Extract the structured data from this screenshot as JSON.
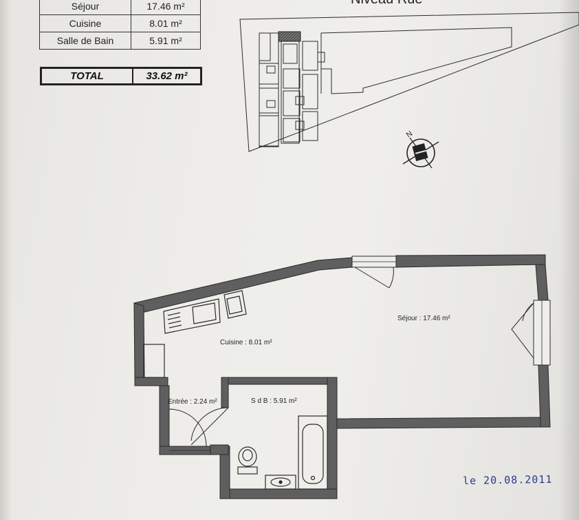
{
  "areas_table": {
    "rows": [
      {
        "label": "Séjour",
        "value": "17.46 m²"
      },
      {
        "label": "Cuisine",
        "value": "8.01 m²"
      },
      {
        "label": "Salle de Bain",
        "value": "5.91 m²"
      }
    ],
    "total_label": "TOTAL",
    "total_value": "33.62 m²"
  },
  "site_plan": {
    "title": "Niveau Rue",
    "north_label": "N"
  },
  "rooms": {
    "sejour": "Séjour : 17.46 m²",
    "cuisine": "Cuisine : 8.01 m²",
    "entree": "Entrée : 2.24 m²",
    "sdb": "S d B : 5.91 m²"
  },
  "handwritten_date": "le 20.08.2011",
  "colors": {
    "wall_fill": "#5f5f5f",
    "ink": "#2a2a2a",
    "pen": "#2a3a8a"
  }
}
